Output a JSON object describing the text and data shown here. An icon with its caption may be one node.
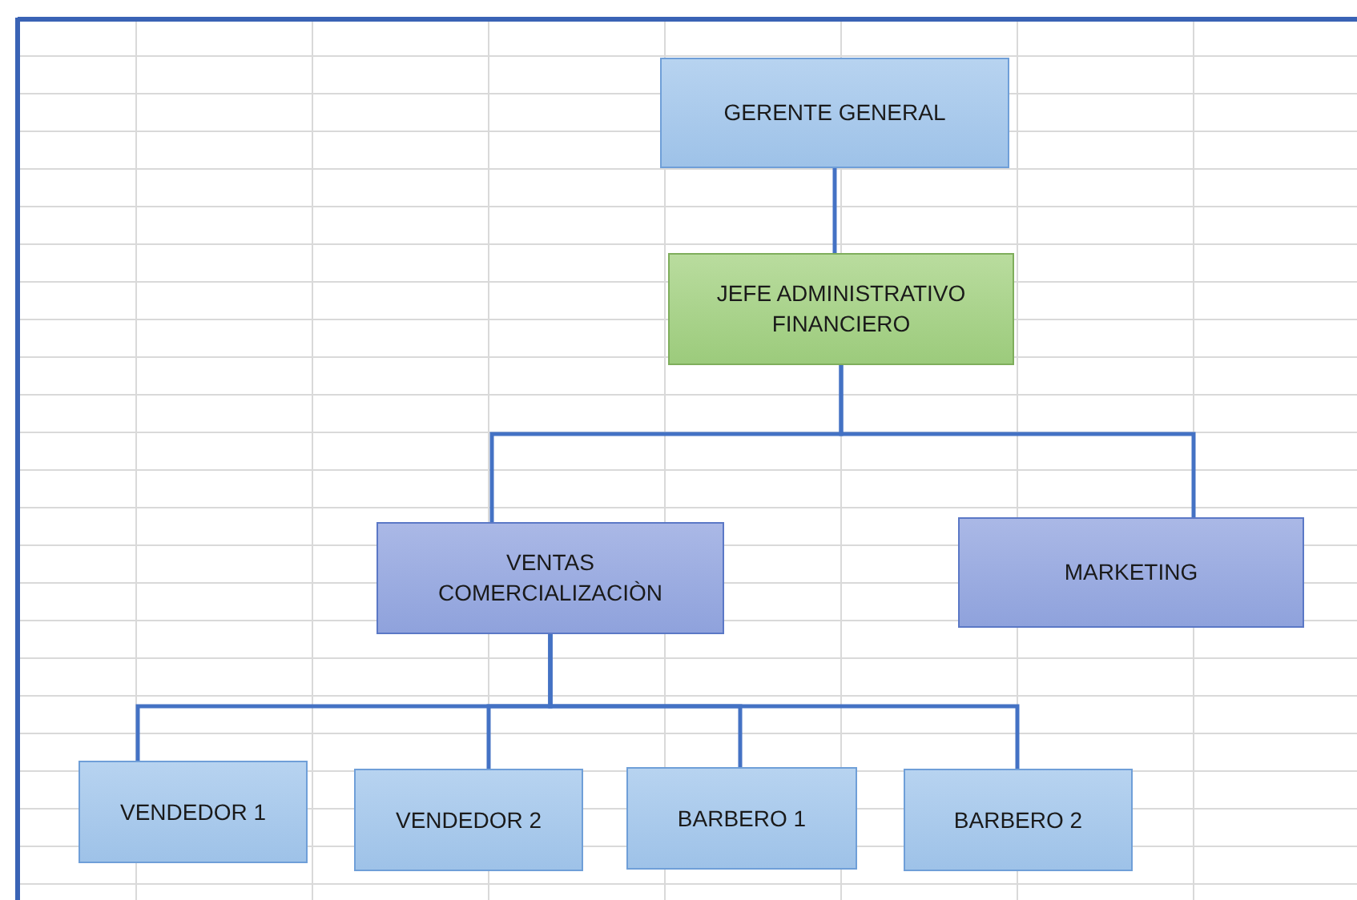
{
  "diagram": {
    "nodes": [
      {
        "text": [
          "GERENTE GENERAL"
        ]
      },
      {
        "text": [
          "JEFE ADMINISTRATIVO FINANCIERO"
        ]
      },
      {
        "text": [
          "VENTAS COMERCIALIZACIÒN"
        ]
      },
      {
        "text": [
          "MARKETING"
        ]
      },
      {
        "text": [
          "VENDEDOR 1"
        ]
      },
      {
        "text": [
          "VENDEDOR 2"
        ]
      },
      {
        "text": [
          "BARBERO 1"
        ]
      },
      {
        "text": [
          "BARBERO 2"
        ]
      }
    ],
    "edges": [
      {
        "from": 0,
        "to": 1,
        "arrow": "none"
      },
      {
        "from": 1,
        "to": 2,
        "arrow": "none"
      },
      {
        "from": 1,
        "to": 3,
        "arrow": "none"
      },
      {
        "from": 2,
        "to": 4,
        "arrow": "none"
      },
      {
        "from": 2,
        "to": 5,
        "arrow": "none"
      },
      {
        "from": 2,
        "to": 6,
        "arrow": "none"
      },
      {
        "from": 2,
        "to": 7,
        "arrow": "none"
      }
    ]
  }
}
